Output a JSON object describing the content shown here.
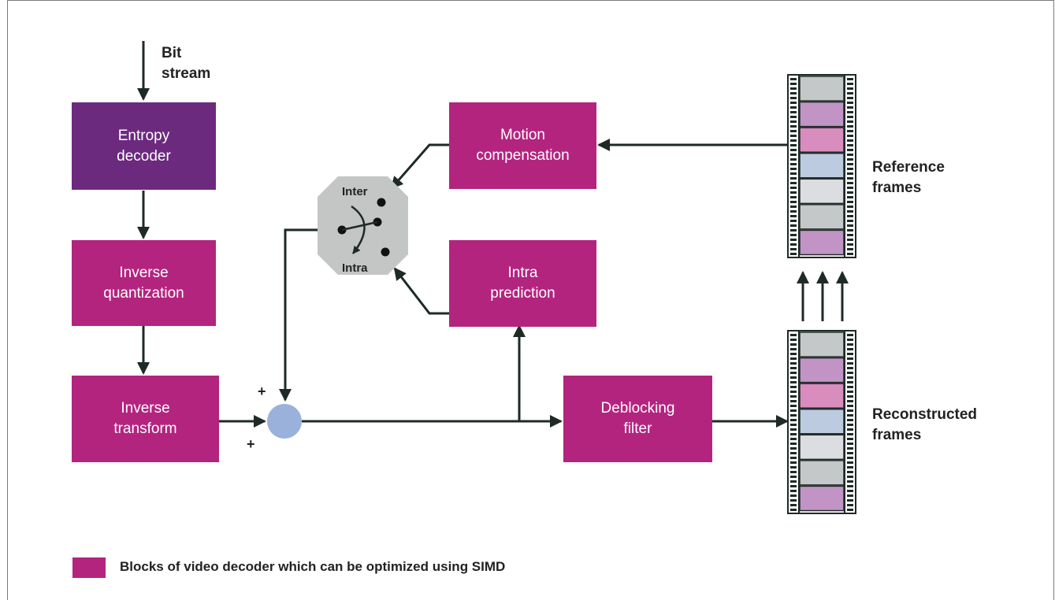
{
  "bitstream_label": "Bit\nstream",
  "blocks": {
    "entropy": "Entropy\ndecoder",
    "inv_quant": "Inverse\nquantization",
    "inv_transform": "Inverse\ntransform",
    "motion": "Motion\ncompensation",
    "intra_pred": "Intra\nprediction",
    "deblock": "Deblocking\nfilter"
  },
  "switch": {
    "inter": "Inter",
    "intra": "Intra"
  },
  "adder": {
    "plus_top": "+",
    "plus_bottom": "+"
  },
  "frames": {
    "reference": "Reference\nframes",
    "reconstructed": "Reconstructed\nframes",
    "frame_colors": [
      "#c4c8c8",
      "#c194c5",
      "#d98cbe",
      "#bccbe0",
      "#dcdde0",
      "#c4c8c8",
      "#c194c5"
    ]
  },
  "legend": {
    "text": "Blocks of video decoder which can be optimized using SIMD"
  },
  "colors": {
    "simd": "#b3247f",
    "entropy": "#6c2a7f",
    "arrow": "#1e2a26",
    "adder": "#9ab1dc",
    "switch": "#c4c5c5"
  }
}
